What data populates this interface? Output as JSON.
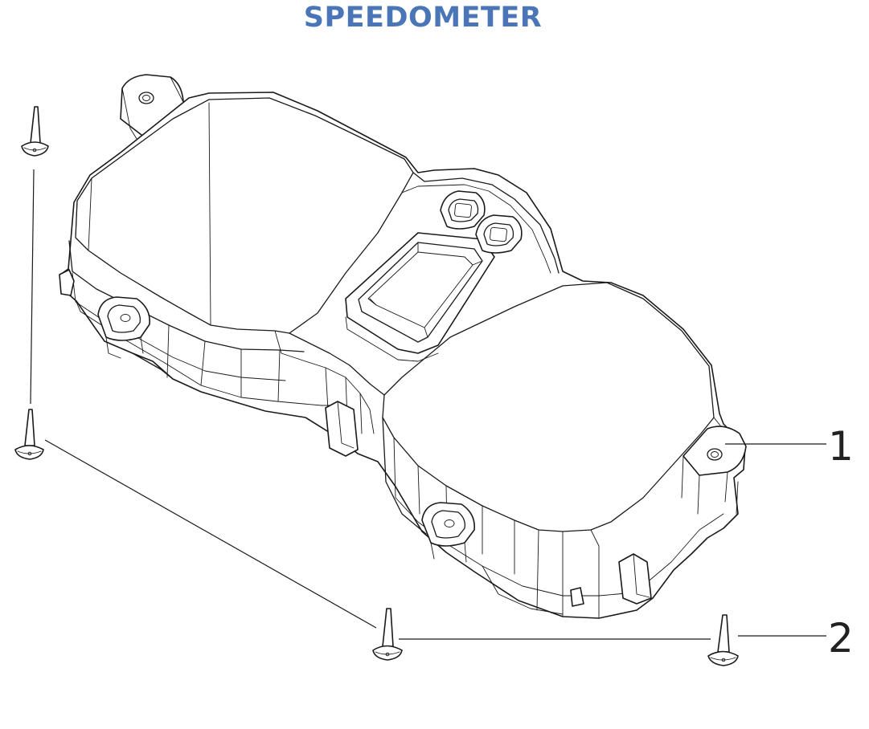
{
  "title": "SPEEDOMETER",
  "parts": [
    {
      "callout": "1"
    },
    {
      "callout": "2"
    }
  ],
  "colors": {
    "title": "#4a76b8",
    "line": "#1a1a1a",
    "background": "#ffffff"
  }
}
